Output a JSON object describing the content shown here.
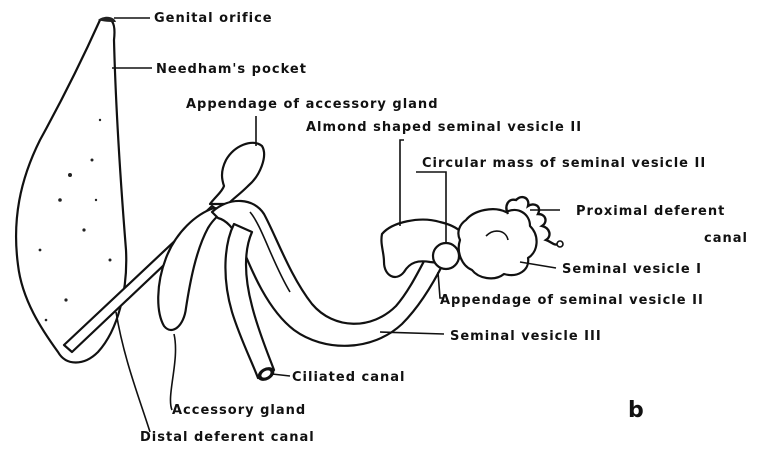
{
  "figure": {
    "panel_letter": "b",
    "labels": {
      "genital_orifice": "Genital orifice",
      "needhams_pocket": "Needham's pocket",
      "appendage_accessory_gland": "Appendage of accessory gland",
      "almond_seminal_vesicle": "Almond shaped seminal vesicle II",
      "circular_mass": "Circular mass of seminal vesicle II",
      "proximal_deferent_1": "Proximal deferent",
      "proximal_deferent_2": "canal",
      "seminal_vesicle_1": "Seminal vesicle I",
      "appendage_seminal_vesicle": "Appendage of seminal vesicle II",
      "seminal_vesicle_3": "Seminal vesicle III",
      "ciliated_canal": "Ciliated canal",
      "accessory_gland": "Accessory gland",
      "distal_deferent_canal": "Distal deferent canal"
    }
  }
}
